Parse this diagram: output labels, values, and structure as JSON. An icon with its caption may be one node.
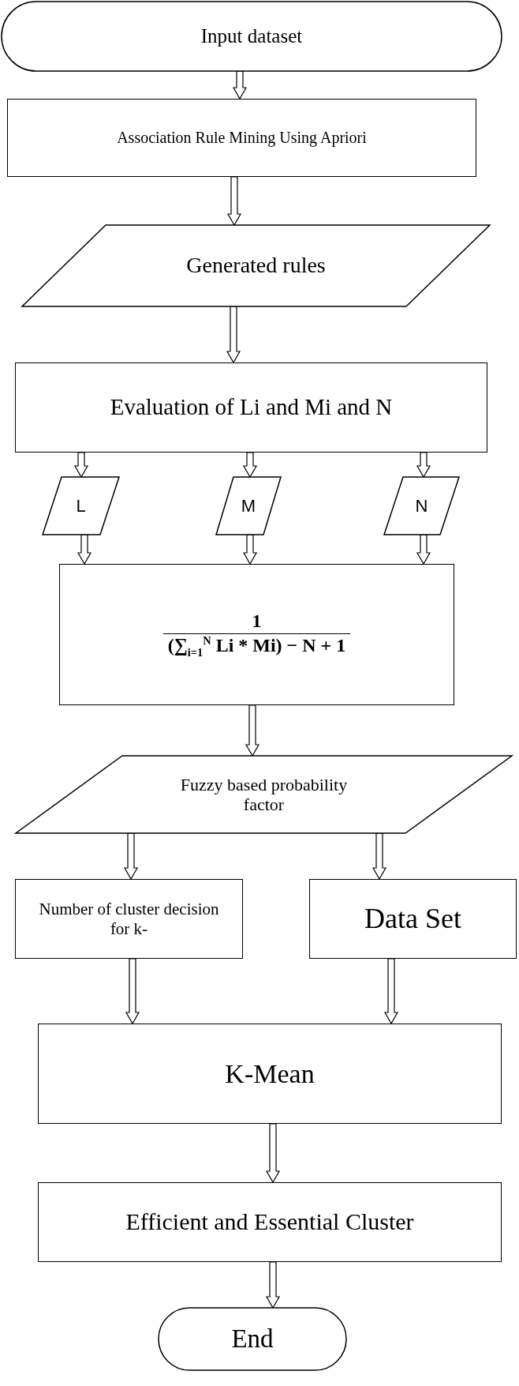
{
  "diagram": {
    "nodes": [
      {
        "text": [
          "Input dataset"
        ]
      },
      {
        "text": [
          "Association Rule Mining Using Apriori"
        ]
      },
      {
        "text": [
          "Generated rules"
        ]
      },
      {
        "text": [
          "Evaluation of Li and Mi and N"
        ]
      },
      {
        "text": [
          "L"
        ]
      },
      {
        "text": [
          "M"
        ]
      },
      {
        "text": [
          "N"
        ]
      },
      {
        "text": [
          "1",
          "(∑$_{i=1}$$^{N}$ Li * Mi) − N + 1"
        ]
      },
      {
        "text": [
          "Fuzzy based probability factor"
        ]
      },
      {
        "text": [
          "Number of cluster decision for k-"
        ]
      },
      {
        "text": [
          "Data Set"
        ]
      },
      {
        "text": [
          "K-Mean"
        ]
      },
      {
        "text": [
          "Efficient and Essential Cluster"
        ]
      },
      {
        "text": [
          "End"
        ]
      }
    ],
    "edges": [
      {
        "from": 0,
        "to": 1,
        "arrow": "to"
      },
      {
        "from": 1,
        "to": 2,
        "arrow": "to"
      },
      {
        "from": 2,
        "to": 3,
        "arrow": "to"
      },
      {
        "from": 3,
        "to": 4,
        "arrow": "to"
      },
      {
        "from": 3,
        "to": 5,
        "arrow": "to"
      },
      {
        "from": 3,
        "to": 6,
        "arrow": "to"
      },
      {
        "from": 4,
        "to": 7,
        "arrow": "to"
      },
      {
        "from": 5,
        "to": 7,
        "arrow": "to"
      },
      {
        "from": 6,
        "to": 7,
        "arrow": "to"
      },
      {
        "from": 7,
        "to": 8,
        "arrow": "to"
      },
      {
        "from": 8,
        "to": 9,
        "arrow": "to"
      },
      {
        "from": 8,
        "to": 10,
        "arrow": "to"
      },
      {
        "from": 9,
        "to": 11,
        "arrow": "to"
      },
      {
        "from": 10,
        "to": 11,
        "arrow": "to"
      },
      {
        "from": 11,
        "to": 12,
        "arrow": "to"
      },
      {
        "from": 12,
        "to": 13,
        "arrow": "to"
      }
    ]
  }
}
